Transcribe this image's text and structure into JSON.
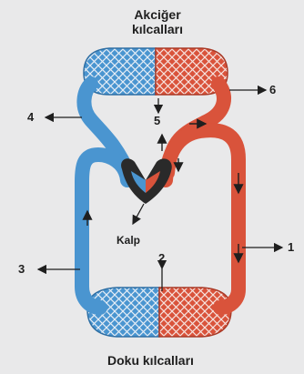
{
  "diagram": {
    "top_label_line1": "Akciğer",
    "top_label_line2": "kılcalları",
    "bottom_label": "Doku kılcalları",
    "heart_label": "Kalp",
    "markers": [
      "1",
      "2",
      "3",
      "4",
      "5",
      "6"
    ]
  },
  "colors": {
    "oxygenated": "#d9533b",
    "deoxygenated": "#4a95d0",
    "heart": "#2a2a2a",
    "background": "#e9e9ea",
    "ink": "#1f1f1f"
  }
}
